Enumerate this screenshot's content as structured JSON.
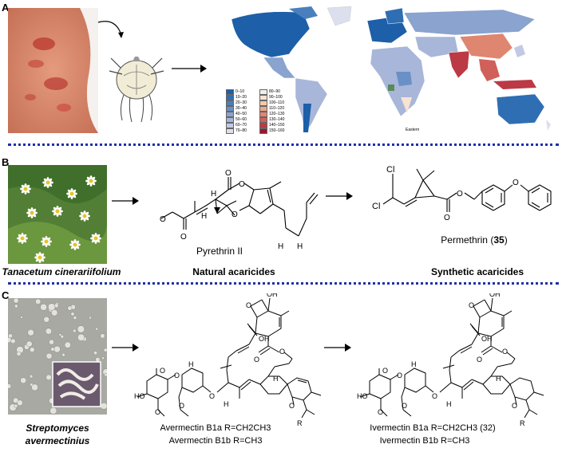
{
  "panels": {
    "a": {
      "letter": "A"
    },
    "b": {
      "letter": "B",
      "plant_name": "Tanacetum cinerariifolium",
      "natural_compound": "Pyrethrin II",
      "synthetic_compound": "Permethrin (",
      "synthetic_number": "35",
      "synthetic_close": ")",
      "natural_label": "Natural acaricides",
      "synthetic_label": "Synthetic acaricides",
      "atoms": {
        "o": "O",
        "h": "H",
        "cl": "Cl"
      }
    },
    "c": {
      "letter": "C",
      "organism_line1": "Streptomyces",
      "organism_line2": "avermectinius",
      "avermectin_1a": "Avermectin B1a  R=CH2CH3",
      "avermectin_1b": "Avermectin B1b  R=CH3",
      "ivermectin_1a": "Ivermectin B1a  R=CH2CH3 (32)",
      "ivermectin_1b": "Ivermectin B1b  R=CH3",
      "atoms": {
        "ho": "HO",
        "o": "O",
        "oh": "OH",
        "h": "H",
        "r": "R"
      }
    }
  },
  "map_legend": [
    {
      "label": "0–10",
      "color": "#1d5fa8"
    },
    {
      "label": "10–20",
      "color": "#2f6eb3"
    },
    {
      "label": "20–30",
      "color": "#4a7fbd"
    },
    {
      "label": "30–40",
      "color": "#6a90c6"
    },
    {
      "label": "40–50",
      "color": "#8aa3cf"
    },
    {
      "label": "50–60",
      "color": "#a7b6d9"
    },
    {
      "label": "60–70",
      "color": "#c2cae3"
    },
    {
      "label": "70–80",
      "color": "#dbdfee"
    },
    {
      "label": "80–90",
      "color": "#f2efe9"
    },
    {
      "label": "90–100",
      "color": "#f8e3d3"
    },
    {
      "label": "100–110",
      "color": "#f3c9ad"
    },
    {
      "label": "110–120",
      "color": "#eaa88a"
    },
    {
      "label": "120–130",
      "color": "#df8670"
    },
    {
      "label": "130–140",
      "color": "#d0615a"
    },
    {
      "label": "140–150",
      "color": "#bb3a45"
    },
    {
      "label": "150–160",
      "color": "#9c1530"
    }
  ],
  "map_label": "Eastern"
}
